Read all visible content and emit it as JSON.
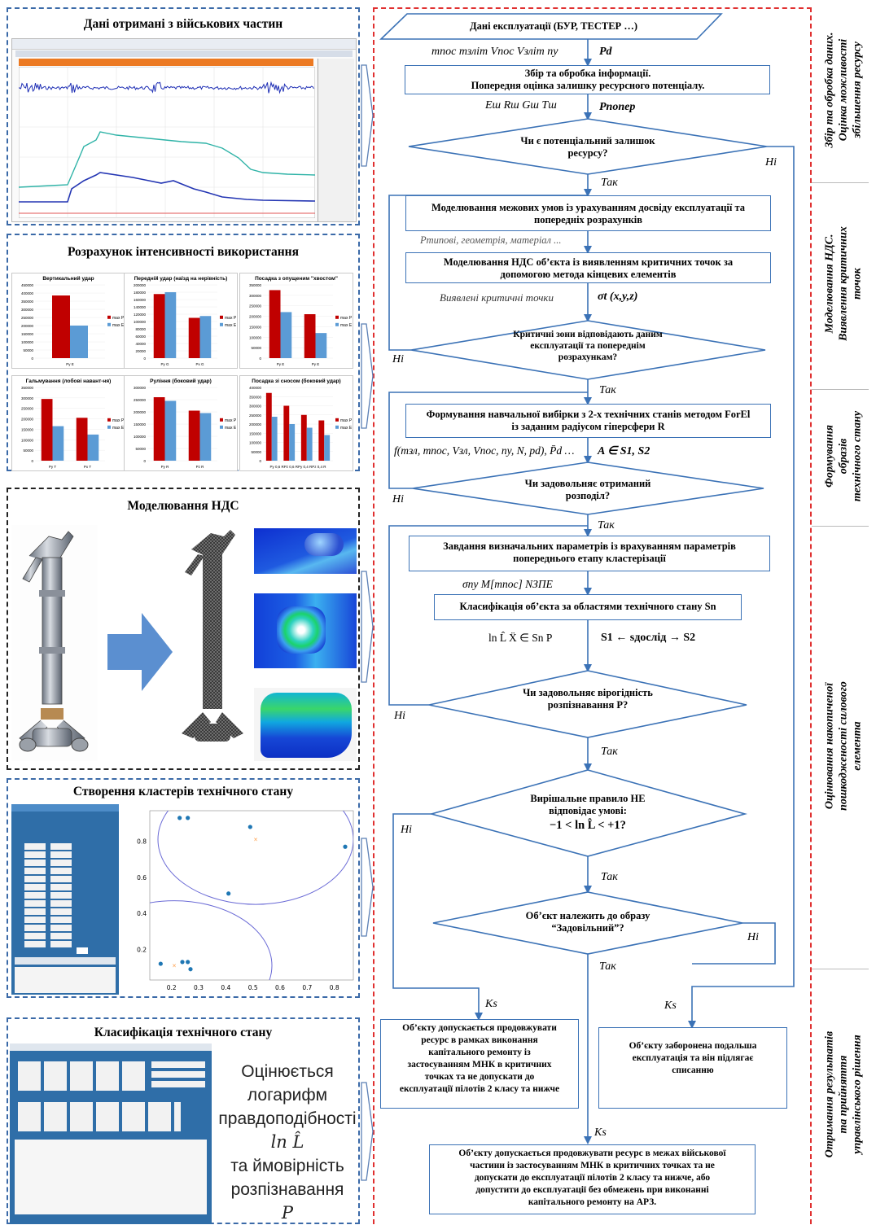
{
  "left_panels": {
    "military": {
      "title": "Дані отримані з військових частин"
    },
    "intensity": {
      "title": "Розрахунок інтенсивності використання",
      "charts": [
        {
          "title": "Вертикальний удар",
          "categories": [
            "Py E"
          ],
          "series": [
            {
              "name": "max P",
              "values": [
                385000
              ]
            },
            {
              "name": "max E",
              "values": [
                200000
              ]
            }
          ],
          "ylim": [
            0,
            450000
          ],
          "ticks": [
            "450000",
            "400000",
            "350000",
            "300000",
            "250000",
            "200000",
            "150000",
            "100000",
            "50000",
            "0"
          ]
        },
        {
          "title": "Передній удар (наїзд на нерівність)",
          "categories": [
            "Py G",
            "Px G"
          ],
          "series": [
            {
              "name": "max P",
              "values": [
                175000,
                110000
              ]
            },
            {
              "name": "max E",
              "values": [
                180000,
                115000
              ]
            }
          ],
          "ylim": [
            0,
            200000
          ],
          "ticks": [
            "200000",
            "180000",
            "160000",
            "140000",
            "120000",
            "100000",
            "80000",
            "60000",
            "40000",
            "20000",
            "0"
          ]
        },
        {
          "title": "Посадка з опущеним \"хвостом\"",
          "categories": [
            "Py E",
            "Py E"
          ],
          "series": [
            {
              "name": "max P",
              "values": [
                325000,
                210000
              ]
            },
            {
              "name": "max E",
              "values": [
                220000,
                120000
              ]
            }
          ],
          "ylim": [
            0,
            350000
          ],
          "ticks": [
            "350000",
            "300000",
            "250000",
            "200000",
            "150000",
            "100000",
            "50000",
            "0"
          ]
        },
        {
          "title": "Гальмування (лобові навант-ня)",
          "categories": [
            "Py T",
            "Px T"
          ],
          "series": [
            {
              "name": "max P",
              "values": [
                295000,
                205000
              ]
            },
            {
              "name": "max E",
              "values": [
                165000,
                125000
              ]
            }
          ],
          "ylim": [
            0,
            350000
          ],
          "ticks": [
            "350000",
            "300000",
            "250000",
            "200000",
            "150000",
            "100000",
            "50000",
            "0"
          ]
        },
        {
          "title": "Руління (боковий удар)",
          "categories": [
            "Py R",
            "Pz R"
          ],
          "series": [
            {
              "name": "max P",
              "values": [
                260000,
                205000
              ]
            },
            {
              "name": "max E",
              "values": [
                245000,
                195000
              ]
            }
          ],
          "ylim": [
            0,
            300000
          ],
          "ticks": [
            "300000",
            "250000",
            "200000",
            "150000",
            "100000",
            "50000",
            "0"
          ]
        },
        {
          "title": "Посадка зі сносом (боковий удар)",
          "categories": [
            "Py 0,6 RPz 0,6 RPy 0,4 RPz 0,4 R"
          ],
          "series": [
            {
              "name": "max P",
              "values": [
                370000,
                300000,
                250000,
                220000
              ]
            },
            {
              "name": "max E",
              "values": [
                240000,
                200000,
                180000,
                140000
              ]
            }
          ],
          "ylim": [
            0,
            400000
          ],
          "ticks": [
            "400000",
            "350000",
            "300000",
            "250000",
            "200000",
            "150000",
            "100000",
            "50000",
            "0"
          ]
        }
      ]
    },
    "stress": {
      "title": "Моделювання НДС"
    },
    "clusters": {
      "title": "Створення кластерів технічного стану",
      "scatter_points": [
        [
          0.23,
          0.93
        ],
        [
          0.26,
          0.93
        ],
        [
          0.41,
          0.51
        ],
        [
          0.49,
          0.88
        ],
        [
          0.84,
          0.77
        ],
        [
          0.16,
          0.12
        ],
        [
          0.24,
          0.13
        ],
        [
          0.26,
          0.13
        ],
        [
          0.27,
          0.09
        ]
      ],
      "centers": [
        [
          0.51,
          0.81
        ],
        [
          0.21,
          0.11
        ]
      ],
      "xticks": [
        "0.2",
        "0.3",
        "0.4",
        "0.5",
        "0.6",
        "0.7",
        "0.8"
      ],
      "yticks": [
        "0.8",
        "0.6",
        "0.4",
        "0.2"
      ]
    },
    "classification": {
      "title": "Класифікація технічного стану",
      "text_lines": [
        "Оцінюється",
        "логарифм",
        "правдоподібності",
        "ln L̂",
        "та ймовірність",
        "розпізнавання",
        "P"
      ]
    }
  },
  "flow": {
    "start": "Дані експлуатації (БУР, ТЕСТЕР …)",
    "vars1": "mпос  mзліт  Vпос  Vзліт  ny",
    "pd": "Pd",
    "collect": [
      "Збір та обробка інформації.",
      "Попередня оцінка залишку ресурсного потенціалу."
    ],
    "vars2": "Eш Rш Gш Tш",
    "pprev": "Pпопер",
    "dec1": [
      "Чи є потенціальний залишок",
      "ресурсу?"
    ],
    "model_bc": [
      "Моделювання межових умов із урахуванням досвіду експлуатації та",
      "попередніх розрахунків"
    ],
    "model_params": "Pтиповi, геометрія, матеріал ...",
    "model_fem": [
      "Моделювання НДС об’єкта із виявленням критичних точок за",
      "допомогою метода кінцевих елементів"
    ],
    "crit_label": "Виявлені критичні точки",
    "sigma": "σt (x,y,z)",
    "dec2": [
      "Критичні зони відповідають даним",
      "експлуатації та попереднім",
      "розрахункам?"
    ],
    "form_sample": [
      "Формування навчальної вибірки з 2-х технічних станів методом ForEl",
      "із заданим радіусом гіперсфери R"
    ],
    "func_expr": "f(mзл, mпос, Vзл, Vпос, ny, N, pd), P̄d …",
    "a_in": "A ∈ S1, S2",
    "dec3": [
      "Чи задовольняє отриманий",
      "розподіл?"
    ],
    "define": [
      "Завдання визначальних параметрів із врахуванням параметрів",
      "попереднього етапу кластерізації"
    ],
    "params3": "σny  M[mпос]  NЗПЕ",
    "classify": "Класифікація об’єкта за областями технічного стану Sn",
    "lnl_expr": "ln L̂  Ẍ ∈ Sn  P",
    "s_expr": "S1 ← sдослід → S2",
    "dec4": [
      "Чи задовольняє вірогідність",
      "розпізнавання P?"
    ],
    "dec5": [
      "Вирішальне правило НЕ",
      "відповідає умові:",
      "−1 < ln L̂ < +1?"
    ],
    "dec6": [
      "Об’єкт належить до образу",
      "“Задовільний”?"
    ],
    "res_left": [
      "Об’єкту допускається продовжувати",
      "ресурс в рамках виконання",
      "капітального ремонту із",
      "застосуванням МНК в критичних",
      "точках та не допускати до",
      "експлуатації пілотів 2 класу та нижче"
    ],
    "res_right": [
      "Об’єкту заборонена подальша",
      "експлуатація та він підлягає",
      "списанню"
    ],
    "res_bottom": [
      "Об’єкту допускається продовжувати ресурс в межах військової",
      "частини із застосуванням МНК в критичних точках та не",
      "допускати до експлуатації пілотів 2 класу та нижче, або",
      "допустити до експлуатації без обмежень при виконанні",
      "капітального ремонту на АРЗ."
    ],
    "yes": "Так",
    "no": "Ні",
    "ks": "Ks"
  },
  "stages": [
    [
      "Збір та обробка даних.",
      "Оцінка можливості",
      "збільшення ресурсу"
    ],
    [
      "Моделювання НДС.",
      "Виявлення критичних",
      "точок"
    ],
    [
      "Формування",
      "образів",
      "технічного стану"
    ],
    [
      "Оцінювання накопиченої",
      "пошкодженості силового",
      "елемента"
    ],
    [
      "Отримання результатів",
      "та прийняття",
      "управлінського рішення"
    ]
  ]
}
